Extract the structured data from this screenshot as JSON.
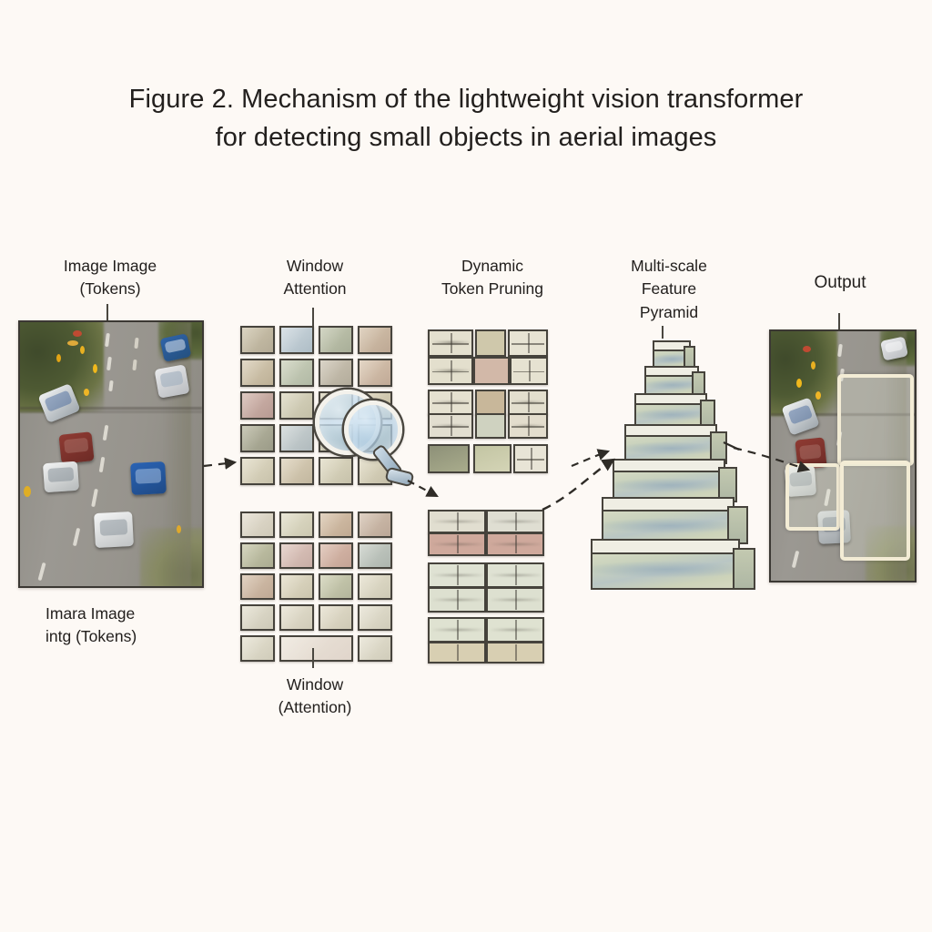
{
  "figure": {
    "title_line1": "Figure 2. Mechanism of the lightweight vision transformer",
    "title_line2": "for detecting small objects in aerial images",
    "background_color": "#fdf9f5",
    "ink_color": "#23201e"
  },
  "stages": {
    "input": {
      "label_line1": "Image Image",
      "label_line2": "(Tokens)",
      "bottom_label_line1": "Imara Image",
      "bottom_label_line2": "intg (Tokens)",
      "panel_name": "aerial-road-photograph"
    },
    "window_attention": {
      "label_line1": "Window",
      "label_line2": "Attention",
      "bottom_label_line1": "Window",
      "bottom_label_line2": "(Attention)",
      "grid_top": {
        "columns": 4,
        "rows": 5
      },
      "grid_bottom": {
        "columns": 4,
        "rows": 5
      },
      "overlay_icon": "magnifier-icon"
    },
    "token_pruning": {
      "label_line1": "Dynamic",
      "label_line2": "Token Pruning",
      "top_block": {
        "columns": 3,
        "rows": 4
      },
      "bottom_block": {
        "columns": 2,
        "rows": 6
      }
    },
    "feature_pyramid": {
      "label_line1": "Multi-scale",
      "label_line2": "Feature",
      "label_line3": "Pyramid",
      "tiers": 7
    },
    "output": {
      "label": "Output",
      "panel_name": "aerial-road-photograph-with-detections",
      "detection_count": 3,
      "detection_box_color": "#f3ecd5"
    }
  },
  "connectors": [
    {
      "name": "input-to-window-attention",
      "style": "dashed-arrow"
    },
    {
      "name": "window-attention-to-pruning",
      "style": "dashed-arrow"
    },
    {
      "name": "pruning-to-pyramid",
      "style": "dashed-curved-arrow"
    },
    {
      "name": "pyramid-to-output",
      "style": "dashed-arrow"
    }
  ]
}
